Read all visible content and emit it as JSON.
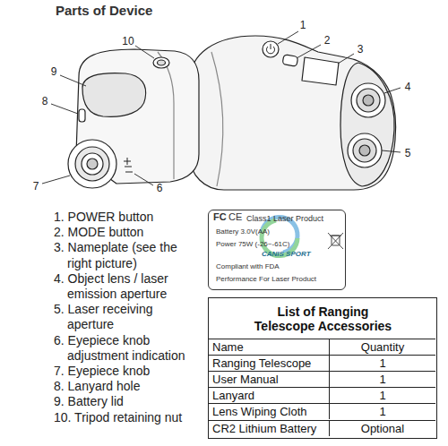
{
  "diagram": {
    "title": "Parts of Device",
    "nodes": [
      {
        "text": [
          "FC",
          "CE",
          "Class1 Laser Product",
          "Battery 3.0V(AA)",
          "Power 75W (-26~-61C)",
          "Compliant with FDA",
          "Performance For Laser Product"
        ]
      },
      {
        "text": [
          "List of Ranging Telescope Accessories"
        ]
      },
      {
        "text": [
          "Name"
        ],
        "in": 1
      },
      {
        "text": [
          "Quantity"
        ],
        "in": 1
      },
      {
        "text": [
          "Ranging Telescope"
        ],
        "in": 1
      },
      {
        "text": [
          "1"
        ],
        "in": 1
      },
      {
        "text": [
          "User Manual"
        ],
        "in": 1
      },
      {
        "text": [
          "1"
        ],
        "in": 1
      },
      {
        "text": [
          "Lanyard"
        ],
        "in": 1
      },
      {
        "text": [
          "1"
        ],
        "in": 1
      },
      {
        "text": [
          "Lens Wiping Cloth"
        ],
        "in": 1
      },
      {
        "text": [
          "1"
        ],
        "in": 1
      },
      {
        "text": [
          "CR2 Lithium Battery"
        ],
        "in": 1
      },
      {
        "text": [
          "Optional"
        ],
        "in": 1
      }
    ],
    "labels": [
      "10",
      "9",
      "8",
      "7",
      "6",
      "1",
      "2",
      "3",
      "4",
      "5",
      "1. POWER button",
      "2. MODE button",
      "3. Nameplate (see the right picture)",
      "4. Object lens / laser emission aperture",
      "5. Laser receiving aperture",
      "6. Eyepiece knob adjustment indication",
      "7. Eyepiece knob",
      "8. Lanyard hole",
      "9. Battery lid",
      "10. Tripod retaining nut",
      "CANIS SPORT"
    ]
  }
}
